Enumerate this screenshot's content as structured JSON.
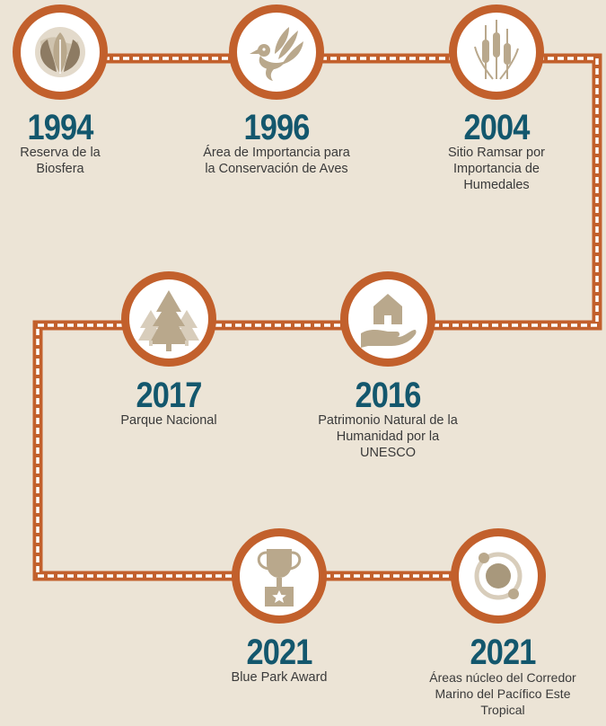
{
  "milestones": [
    {
      "year": "1994",
      "label": "Reserva de la Biosfera",
      "icon": "leaf-globe-icon"
    },
    {
      "year": "1996",
      "label": "Área de Importancia para la Conservación de Aves",
      "icon": "bird-icon"
    },
    {
      "year": "2004",
      "label": "Sitio Ramsar por Importancia de Humedales",
      "icon": "cattail-reeds-icon"
    },
    {
      "year": "2016",
      "label": "Patrimonio Natural de la Humanidad por la UNESCO",
      "icon": "hand-house-icon"
    },
    {
      "year": "2017",
      "label": "Parque Nacional",
      "icon": "pine-trees-icon"
    },
    {
      "year": "2021",
      "label": "Blue Park Award",
      "icon": "trophy-icon"
    },
    {
      "year": "2021",
      "label": "Áreas núcleo del Corredor Marino del Pacífico Este Tropical",
      "icon": "orbit-circle-icon"
    }
  ],
  "colors": {
    "background": "#ece4d6",
    "path": "#c2602c",
    "path_dash": "#ffffff",
    "year_text": "#13576d",
    "icon": "#b9a88c",
    "circle_fill": "#ffffff"
  }
}
